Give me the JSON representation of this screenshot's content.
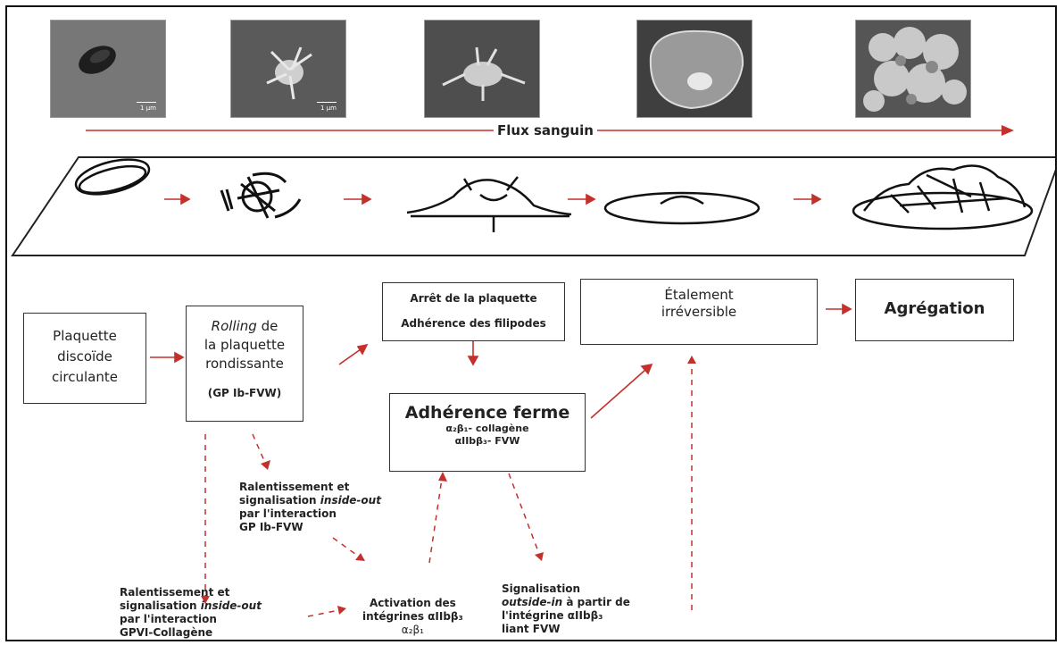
{
  "flow_label": "Flux sanguin",
  "scale_bar": "1 µm",
  "boxes": {
    "plaquette": [
      "Plaquette",
      "discoïde",
      "circulante"
    ],
    "rolling": {
      "italic": "Rolling",
      "rest": " de",
      "line2": "la plaquette",
      "line3": "rondissante",
      "line4": "(GP Ib-FVW)"
    },
    "arret": {
      "line1": "Arrêt de la plaquette",
      "line2": "Adhérence des filipodes"
    },
    "etalement": {
      "line1": "Étalement",
      "line2": "irréversible"
    },
    "agregation": "Agrégation",
    "adherence": {
      "title": "Adhérence ferme",
      "line1": "α₂β₁- collagène",
      "line2": "αIIbβ₃- FVW"
    }
  },
  "notes": {
    "ralent1": {
      "line1": "Ralentissement et",
      "line2a": "signalisation ",
      "line2b": "inside-out",
      "line3": "par l'interaction",
      "line4": "GP Ib-FVW"
    },
    "ralent2": {
      "line1": "Ralentissement et",
      "line2a": "signalisation ",
      "line2b": "inside-out",
      "line3": "par l'interaction",
      "line4": "GPVI-Collagène"
    },
    "activation": {
      "line1": "Activation des",
      "line2": "intégrines αIIbβ₃",
      "line3": "α₂β₁"
    },
    "signal": {
      "line1": "Signalisation",
      "line2a": "outside-in",
      "line2b": " à partir de",
      "line3": "l'intégrine αIIbβ₃",
      "line4": "liant FVW"
    }
  }
}
